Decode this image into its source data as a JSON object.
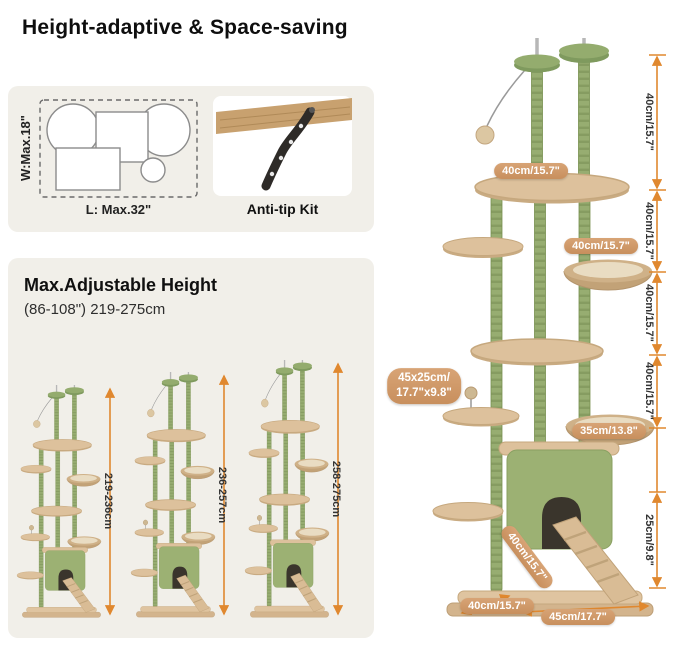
{
  "title": "Height-adaptive & Space-saving",
  "colors": {
    "accent": "#e0882f",
    "badge": "#cf9968",
    "green": "#97ad71",
    "beige": "#ddc19c"
  },
  "footprint_panel": {
    "width_label": "W:Max.18\"",
    "length_label": "L: Max.32\"",
    "anti_tip_label": "Anti-tip Kit"
  },
  "height_panel": {
    "title": "Max.Adjustable Height",
    "subtitle": "(86-108\") 219-275cm",
    "tree_ranges": [
      "219-236cm",
      "236-257cm",
      "258-275cm"
    ]
  },
  "product": {
    "badge_top_platform": "40cm/15.7\"",
    "badge_mid_platform": "40cm/15.7\"",
    "badge_house_top_line1": "45x25cm/",
    "badge_house_top_line2": "17.7\"x9.8\"",
    "badge_basket": "35cm/13.8\"",
    "badge_ramp": "40cm/15.7\"",
    "badge_base_depth": "40cm/15.7\"",
    "badge_base_width": "45cm/17.7\"",
    "ruler_segments": [
      "40cm/15.7\"",
      "40cm/15.7\"",
      "40cm/15.7\"",
      "40cm/15.7\"",
      "25cm/9.8\""
    ]
  }
}
